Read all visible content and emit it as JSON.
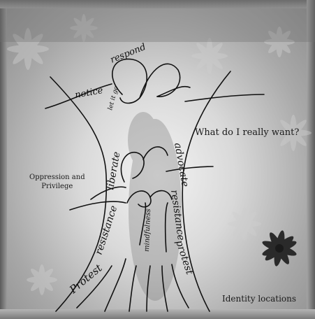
{
  "labels": {
    "top_right": "What do I really want?",
    "left": "Oppression and\nPrivilege",
    "bottom_right": "Identity locations"
  },
  "handwriting": {
    "respond": "respond",
    "notice": "notice",
    "let_it_go": "let it go",
    "liberate": "liberate",
    "advocate": "advocate",
    "resistance_right": "resistance",
    "protest_right": "protest",
    "mindfulness": "mindfulness",
    "resistance_left": "resistance",
    "protest_left": "Protest"
  },
  "colors": {
    "ink": "#111111",
    "background_light": "#f4f4f4",
    "background_dark": "#8a8a8a"
  },
  "icons": {
    "flower": "flower-icon"
  }
}
